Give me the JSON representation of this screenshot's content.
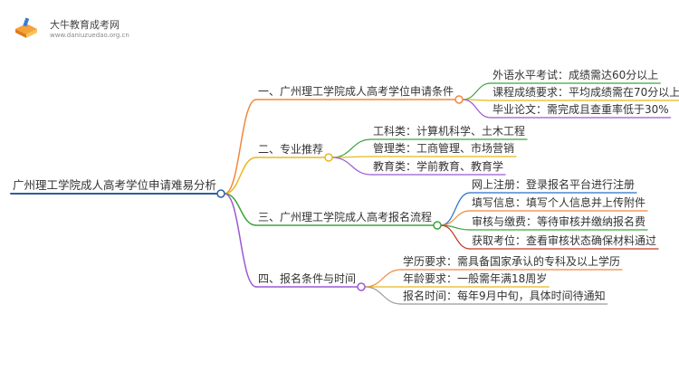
{
  "site": {
    "name": "大牛教育成考网",
    "url": "www.daniuzuedao.org.cn",
    "logo_icon": "book-pen-icon"
  },
  "root": {
    "label": "广州理工学院成人高考学位申请难易分析",
    "color": "#2b5f9e"
  },
  "branches": [
    {
      "label": "一、广州理工学院成人高考学位申请条件",
      "color": "#f0883a",
      "children": [
        {
          "label": "外语水平考试：成绩需达60分以上",
          "color": "#3fa33f"
        },
        {
          "label": "课程成绩要求：平均成绩需在70分以上",
          "color": "#e8b820"
        },
        {
          "label": "毕业论文：需完成且查重率低于30%",
          "color": "#9b59d0"
        }
      ]
    },
    {
      "label": "二、专业推荐",
      "color": "#e8b820",
      "children": [
        {
          "label": "工科类：计算机科学、土木工程",
          "color": "#3fa33f"
        },
        {
          "label": "管理类：工商管理、市场营销",
          "color": "#e8b820"
        },
        {
          "label": "教育类：学前教育、教育学",
          "color": "#9b59d0"
        }
      ]
    },
    {
      "label": "三、广州理工学院成人高考报名流程",
      "color": "#3fa33f",
      "children": [
        {
          "label": "网上注册：登录报名平台进行注册",
          "color": "#2b6fc8"
        },
        {
          "label": "填写信息：填写个人信息并上传附件",
          "color": "#f0883a"
        },
        {
          "label": "审核与缴费：等待审核并缴纳报名费",
          "color": "#3fa33f"
        },
        {
          "label": "获取考位：查看审核状态确保材料通过",
          "color": "#c0392b"
        }
      ]
    },
    {
      "label": "四、报名条件与时间",
      "color": "#9b59d0",
      "children": [
        {
          "label": "学历要求：需具备国家承认的专科及以上学历",
          "color": "#f0883a"
        },
        {
          "label": "年龄要求：一般需年满18周岁",
          "color": "#e8b820"
        },
        {
          "label": "报名时间：每年9月中旬，具体时间待通知",
          "color": "#999999"
        }
      ]
    }
  ]
}
